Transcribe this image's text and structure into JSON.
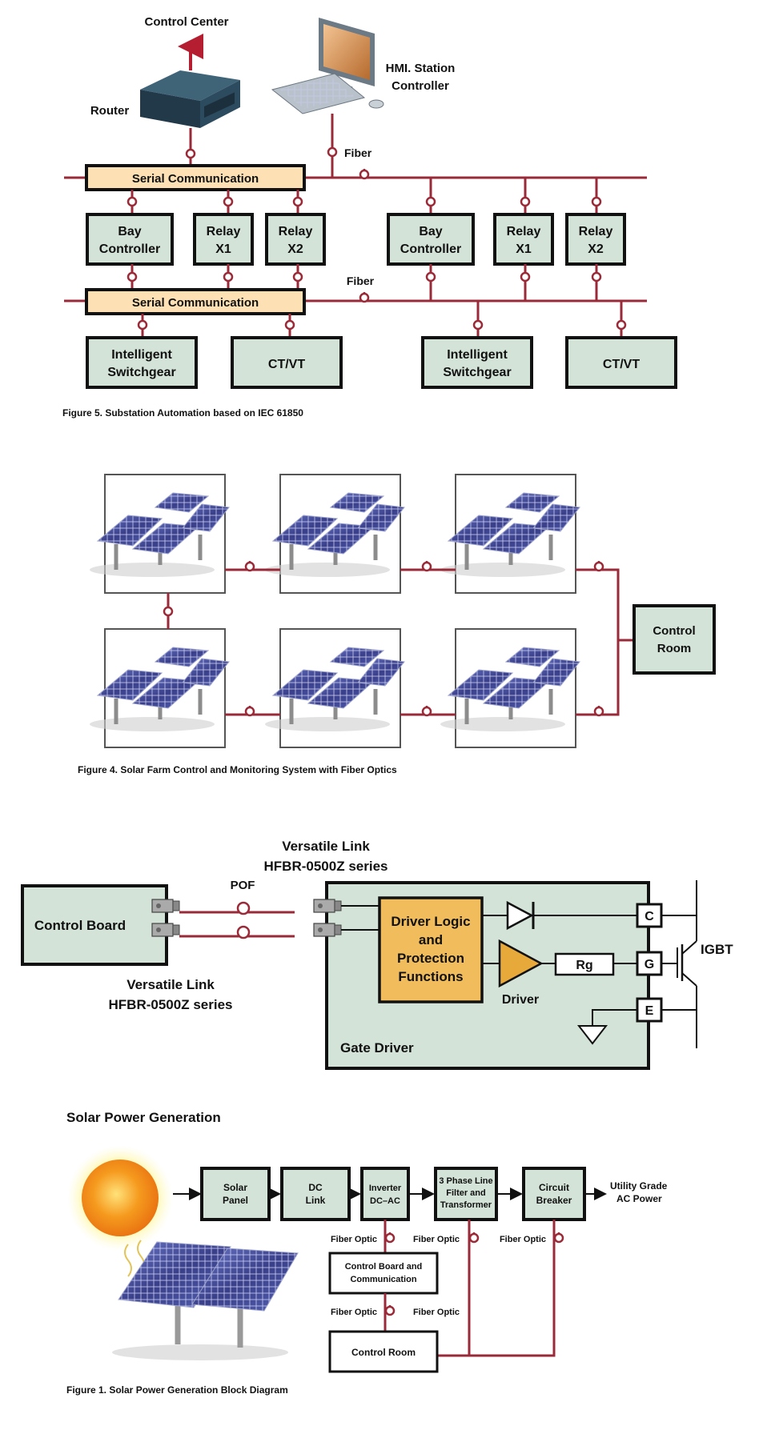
{
  "fig5": {
    "control_center": "Control Center",
    "router": "Router",
    "hmi_line1": "HMI. Station",
    "hmi_line2": "Controller",
    "fiber_top": "Fiber",
    "fiber_mid": "Fiber",
    "serial_top": "Serial Communication",
    "serial_bottom": "Serial Communication",
    "bay1_l1": "Bay",
    "bay1_l2": "Controller",
    "relay1_l1": "Relay",
    "relay1_l2": "X1",
    "relay2_l1": "Relay",
    "relay2_l2": "X2",
    "bay2_l1": "Bay",
    "bay2_l2": "Controller",
    "relay3_l1": "Relay",
    "relay3_l2": "X1",
    "relay4_l1": "Relay",
    "relay4_l2": "X2",
    "sw1_l1": "Intelligent",
    "sw1_l2": "Switchgear",
    "ctvt1": "CT/VT",
    "sw2_l1": "Intelligent",
    "sw2_l2": "Switchgear",
    "ctvt2": "CT/VT",
    "caption": "Figure 5. Substation Automation based on IEC 61850"
  },
  "fig4": {
    "control_room_l1": "Control",
    "control_room_l2": "Room",
    "caption": "Figure 4. Solar Farm Control and Monitoring System with Fiber Optics"
  },
  "gate": {
    "versatile_top_l1": "Versatile Link",
    "versatile_top_l2": "HFBR-0500Z series",
    "pof": "POF",
    "control_board": "Control Board",
    "versatile_bot_l1": "Versatile Link",
    "versatile_bot_l2": "HFBR-0500Z series",
    "driver_logic_l1": "Driver Logic",
    "driver_logic_l2": "and",
    "driver_logic_l3": "Protection",
    "driver_logic_l4": "Functions",
    "driver": "Driver",
    "rg": "Rg",
    "c": "C",
    "g": "G",
    "e": "E",
    "igbt": "IGBT",
    "gate_driver": "Gate Driver"
  },
  "fig1": {
    "heading": "Solar Power Generation",
    "solar_l1": "Solar",
    "solar_l2": "Panel",
    "dc_l1": "DC",
    "dc_l2": "Link",
    "inv_l1": "Inverter",
    "inv_l2": "DC–AC",
    "filter_l1": "3 Phase Line",
    "filter_l2": "Filter and",
    "filter_l3": "Transformer",
    "cb_l1": "Circuit",
    "cb_l2": "Breaker",
    "utility_l1": "Utility Grade",
    "utility_l2": "AC Power",
    "fo1": "Fiber Optic",
    "fo2": "Fiber Optic",
    "fo3": "Fiber Optic",
    "fo4": "Fiber Optic",
    "fo5": "Fiber Optic",
    "cbc_l1": "Control Board and",
    "cbc_l2": "Communication",
    "control_room": "Control Room",
    "caption": "Figure 1. Solar Power Generation Block Diagram"
  },
  "colors": {
    "box_fill": "#d3e3d8",
    "serial_fill": "#fde0b4",
    "fiber_line": "#9a2a38",
    "driver_logic_fill": "#f1bd5c",
    "driver_triangle": "#e7a93a"
  }
}
